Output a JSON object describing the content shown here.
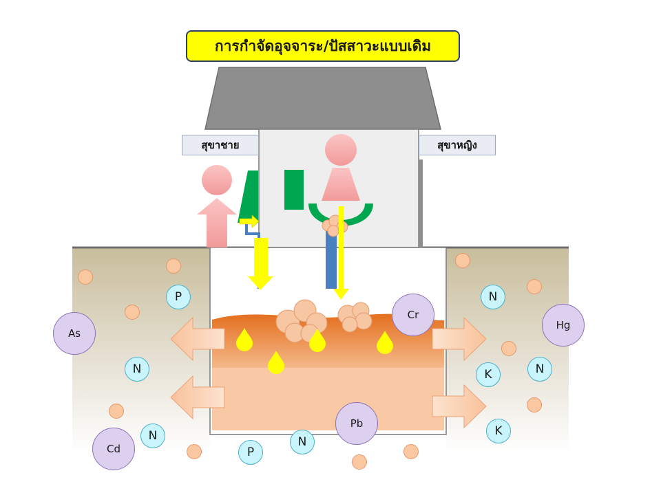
{
  "title": "การกำจัดอุจจาระ/ปัสสาวะแบบเดิม",
  "labels": {
    "male_toilet": "สุขาชาย",
    "female_toilet": "สุขาหญิง"
  },
  "elements": [
    {
      "id": "p-1",
      "label": "P",
      "size": "small"
    },
    {
      "id": "p-2",
      "label": "P",
      "size": "small"
    },
    {
      "id": "n-1",
      "label": "N",
      "size": "small"
    },
    {
      "id": "n-2",
      "label": "N",
      "size": "small"
    },
    {
      "id": "n-3",
      "label": "N",
      "size": "small"
    },
    {
      "id": "n-4",
      "label": "N",
      "size": "small"
    },
    {
      "id": "n-5",
      "label": "N",
      "size": "small"
    },
    {
      "id": "k-1",
      "label": "K",
      "size": "small"
    },
    {
      "id": "k-2",
      "label": "K",
      "size": "small"
    },
    {
      "id": "as",
      "label": "As",
      "size": "large"
    },
    {
      "id": "cd",
      "label": "Cd",
      "size": "large"
    },
    {
      "id": "cr",
      "label": "Cr",
      "size": "large"
    },
    {
      "id": "pb",
      "label": "Pb",
      "size": "large"
    },
    {
      "id": "hg",
      "label": "Hg",
      "size": "large"
    }
  ],
  "colors": {
    "title_bg": "#ffff00",
    "title_border": "#2b3f6b",
    "roof": "#8c8c8c",
    "building": "#eeeeee",
    "soil": "#c9bf9e",
    "person": "#f7a8a8",
    "toilet": "#00a650",
    "pipe": "#4a7fc1",
    "urine": "#ffff00",
    "sludge": "#e8822d",
    "liquid": "#f9c9a6",
    "nutrient_bubble": "#c9f4fb",
    "metal_bubble": "#dcd0ee"
  }
}
